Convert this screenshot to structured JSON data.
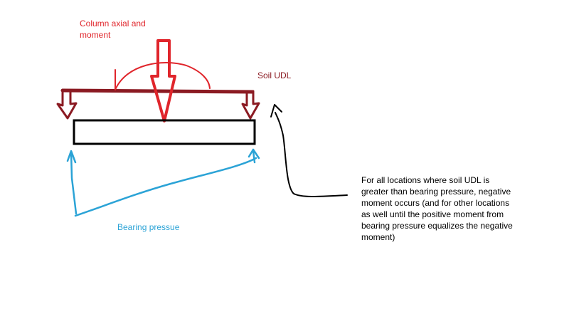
{
  "colors": {
    "column": "#e0252b",
    "soil": "#8b1a22",
    "bearing": "#2ba3d6",
    "footing": "#000000",
    "note": "#000000"
  },
  "labels": {
    "column": "Column axial and\nmoment",
    "soil": "Soil UDL",
    "bearing": "Bearing pressue",
    "note": "For all locations where soil UDL is greater than bearing pressure, negative moment occurs (and for other locations as well until the positive moment from bearing pressure equalizes the negative moment)"
  }
}
